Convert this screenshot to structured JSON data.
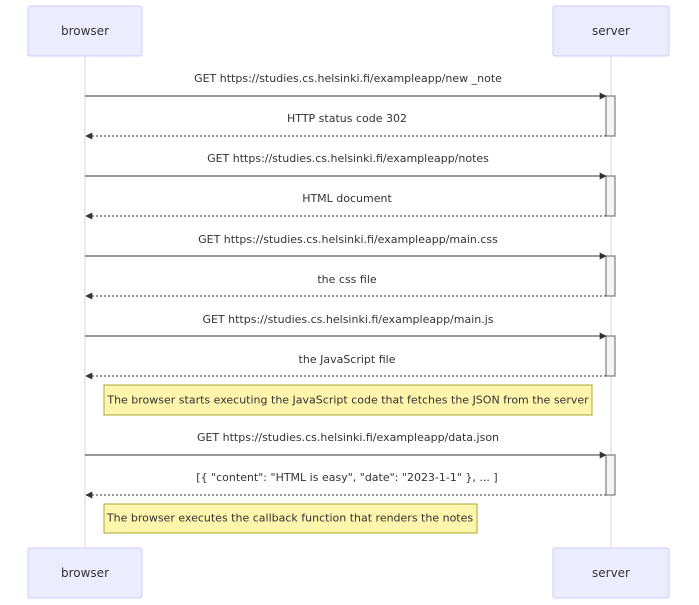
{
  "actors": {
    "browser": "browser",
    "server": "server"
  },
  "messages": [
    {
      "text": "GET https://studies.cs.helsinki.fi/exampleapp/new _note",
      "direction": "to-server",
      "style": "solid"
    },
    {
      "text": "HTTP status code 302",
      "direction": "to-browser",
      "style": "dotted"
    },
    {
      "text": "GET https://studies.cs.helsinki.fi/exampleapp/notes",
      "direction": "to-server",
      "style": "solid"
    },
    {
      "text": "HTML document",
      "direction": "to-browser",
      "style": "dotted"
    },
    {
      "text": "GET https://studies.cs.helsinki.fi/exampleapp/main.css",
      "direction": "to-server",
      "style": "solid"
    },
    {
      "text": "the css file",
      "direction": "to-browser",
      "style": "dotted"
    },
    {
      "text": "GET https://studies.cs.helsinki.fi/exampleapp/main.js",
      "direction": "to-server",
      "style": "solid"
    },
    {
      "text": "the JavaScript file",
      "direction": "to-browser",
      "style": "dotted"
    },
    {
      "text": "GET https://studies.cs.helsinki.fi/exampleapp/data.json",
      "direction": "to-server",
      "style": "solid"
    },
    {
      "text": "[{ \"content\": \"HTML is easy\", \"date\": \"2023-1-1\" }, ... ]",
      "direction": "to-browser",
      "style": "dotted"
    }
  ],
  "notes": [
    {
      "text": "The browser starts executing the JavaScript code that fetches the JSON from the server"
    },
    {
      "text": "The browser executes the callback function that renders the notes"
    }
  ],
  "colors": {
    "actor_fill": "#ececff",
    "actor_border": "#ccccff",
    "note_fill": "#fff5ad",
    "note_border": "#aaaa33",
    "line": "#333333"
  }
}
